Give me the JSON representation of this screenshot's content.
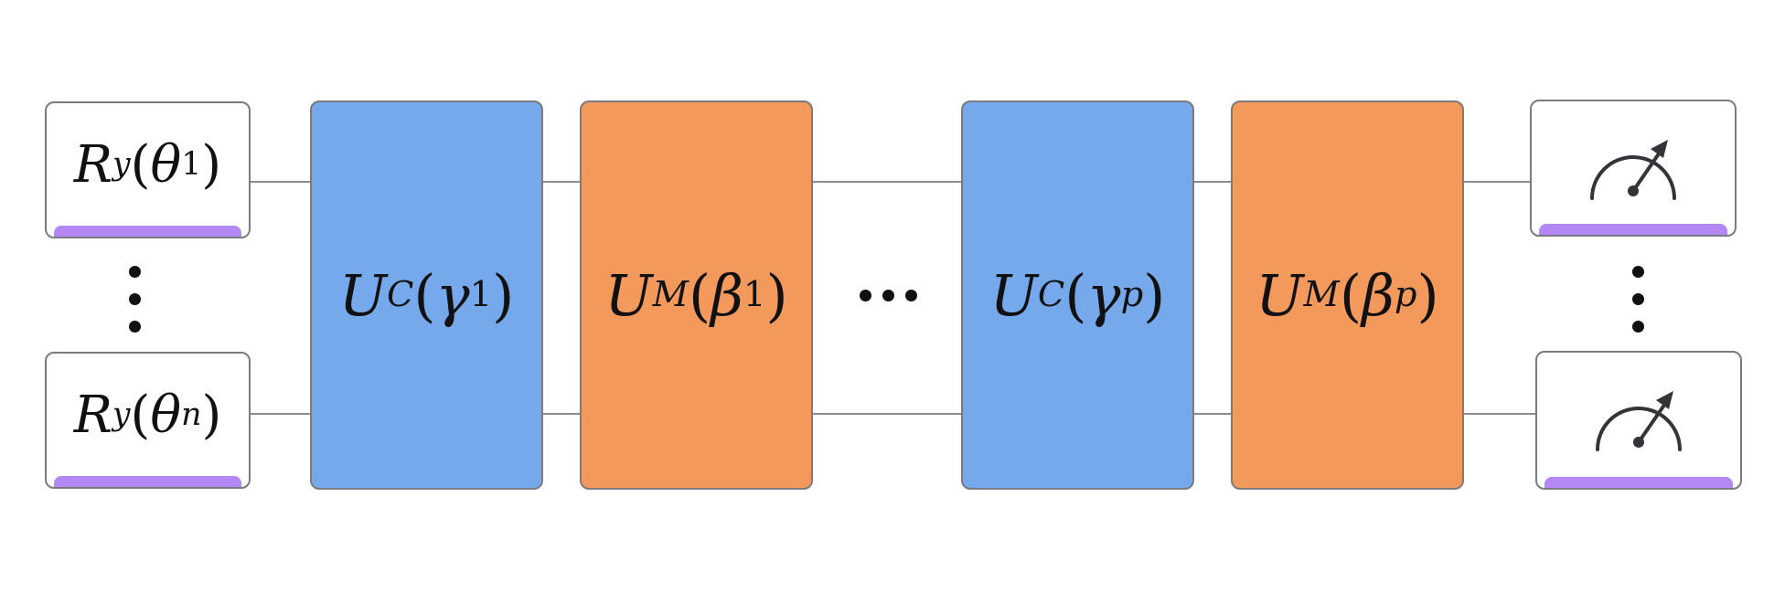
{
  "colors": {
    "cost_gate": "#76a8ec",
    "mixer_gate": "#f2995b",
    "accent_bar": "#b388f5",
    "wire": "#8c8c8c",
    "box_border": "#7a7a82",
    "meter_icon": "#333338"
  },
  "input_gates": [
    {
      "op": "R",
      "sub": "y",
      "arg": "θ",
      "arg_sub": "1"
    },
    {
      "op": "R",
      "sub": "y",
      "arg": "θ",
      "arg_sub": "n"
    }
  ],
  "layers": [
    {
      "kind": "cost",
      "op": "U",
      "sub": "C",
      "arg": "γ",
      "arg_sub": "1"
    },
    {
      "kind": "mixer",
      "op": "U",
      "sub": "M",
      "arg": "β",
      "arg_sub": "1"
    },
    {
      "kind": "cost",
      "op": "U",
      "sub": "C",
      "arg": "γ",
      "arg_sub": "p"
    },
    {
      "kind": "mixer",
      "op": "U",
      "sub": "M",
      "arg": "β",
      "arg_sub": "p"
    }
  ],
  "paren_open": "(",
  "paren_close": ")",
  "measurements": [
    {
      "icon": "meter-icon"
    },
    {
      "icon": "meter-icon"
    }
  ]
}
